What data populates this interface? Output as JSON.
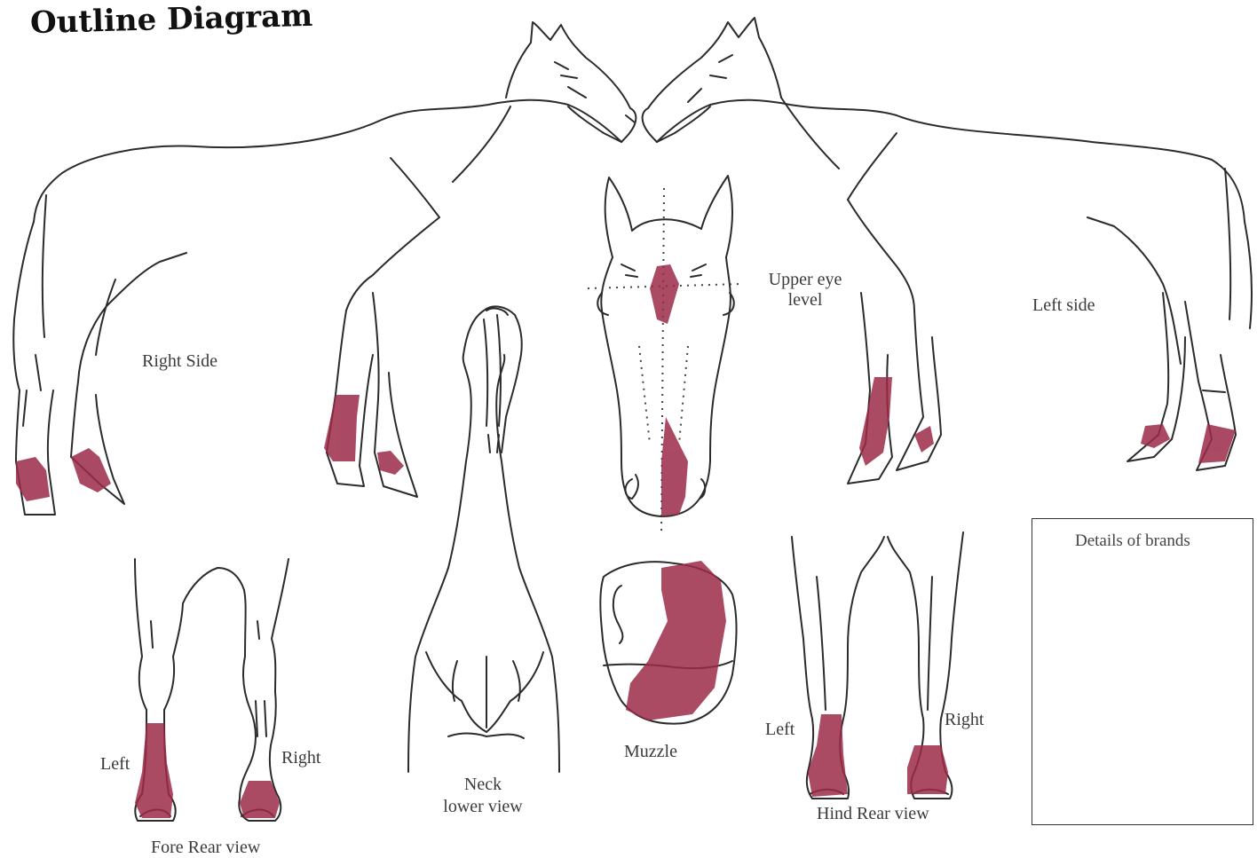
{
  "title": "Outline Diagram",
  "labels": {
    "right_side": "Right Side",
    "left_side": "Left side",
    "upper_eye_level": "Upper eye level",
    "neck_line1": "Neck",
    "neck_line2": "lower view",
    "muzzle": "Muzzle",
    "fore_rear_view": "Fore Rear view",
    "fore_left": "Left",
    "fore_right": "Right",
    "hind_rear_view": "Hind Rear view",
    "hind_left": "Left",
    "hind_right": "Right",
    "details_of_brands": "Details of brands"
  },
  "colors": {
    "outline": "#2b2b2b",
    "marking": "#9c2a48",
    "marking_light": "#c46a82",
    "dotted": "#444444"
  }
}
